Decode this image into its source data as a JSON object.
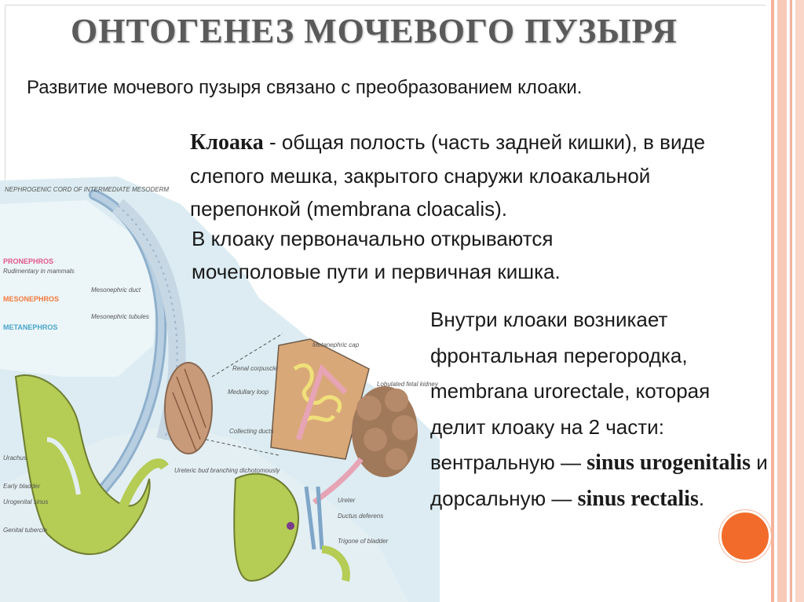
{
  "slide": {
    "title": "ОНТОГЕНЕЗ МОЧЕВОГО ПУЗЫРЯ",
    "intro": "Развитие мочевого пузыря связано с преобразованием клоаки.",
    "paragraph1": {
      "term": "Клоака",
      "text": " - общая полость (часть задней кишки), в виде слепого мешка, закрытого снаружи клоакальной перепонкой (membrana cloacalis)."
    },
    "paragraph2": {
      "text": "В клоаку первоначально открываются мочеполовые пути и первичная кишка."
    },
    "paragraph3": {
      "part1": "Внутри клоаки возникает фронтальная перегородка, membrana urorectale, которая делит клоаку на 2 части: вентральную — ",
      "term1": "sinus urogenitalis",
      "part2": " и дорсальную — ",
      "term2": "sinus rectalis",
      "end": "."
    }
  },
  "illustration": {
    "labels": {
      "nephrogenic_cord": "NEPHROGENIC CORD OF INTERMEDIATE MESODERM",
      "pronephros": "PRONEPHROS",
      "pronephros_note": "Rudimentary in mammals",
      "mesonephros": "MESONEPHROS",
      "metanephros": "METANEPHROS",
      "mesonephric_duct": "Mesonephric duct",
      "mesonephric_tubules": "Mesonephric tubules",
      "metanephric_cap": "Metanephric cap",
      "renal_corpuscle": "Renal corpuscle",
      "medullary_loop": "Medullary loop",
      "collecting_ducts": "Collecting ducts",
      "lobulated_kidney": "Lobulated fetal kidney",
      "urachus": "Urachus",
      "early_bladder": "Early bladder",
      "urogenital_sinus": "Urogenital sinus",
      "genital_tubercle": "Genital tubercle",
      "ureteric_bud": "Ureteric bud branching dichotomously",
      "ureter": "Ureter",
      "ductus_deferens": "Ductus deferens",
      "trigone": "Trigone of bladder"
    },
    "colors": {
      "pronephros": "#e0588a",
      "mesonephros": "#f27a3a",
      "metanephros": "#4aa6c8",
      "bladder_green": "#b5cc55",
      "kidney_brown": "#a0785a",
      "tissue_pink": "#e6a4b4",
      "background_blue": "#dcecf2"
    }
  }
}
